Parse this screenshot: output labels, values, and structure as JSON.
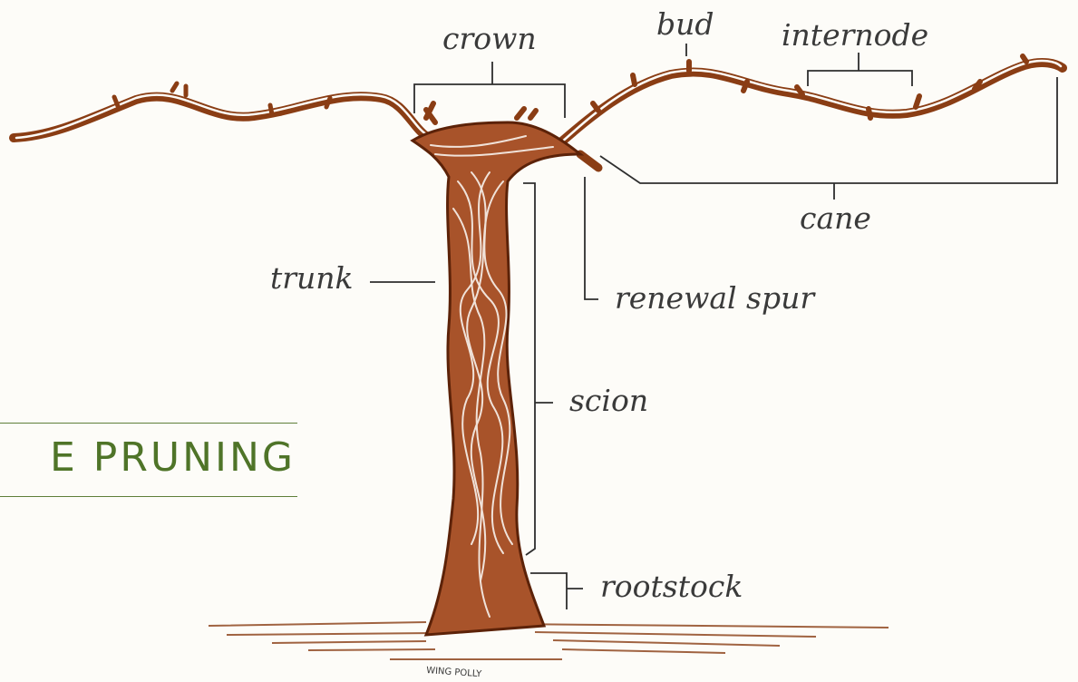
{
  "diagram": {
    "labels": {
      "crown": "crown",
      "bud": "bud",
      "internode": "internode",
      "cane": "cane",
      "trunk": "trunk",
      "renewal_spur": "renewal spur",
      "scion": "scion",
      "rootstock": "rootstock"
    },
    "banner_text": "E PRUNING",
    "signature": "WING POLLY"
  },
  "colors": {
    "vine": "#8a3d14",
    "vine_dark": "#5c2208",
    "line": "#2e2e2e",
    "text": "#3a3a3a",
    "banner": "#4f7428"
  }
}
